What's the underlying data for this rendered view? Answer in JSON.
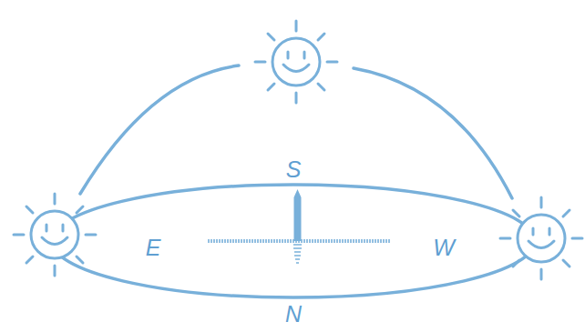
{
  "diagram": {
    "labels": [
      "S",
      "E",
      "W",
      "N"
    ]
  }
}
